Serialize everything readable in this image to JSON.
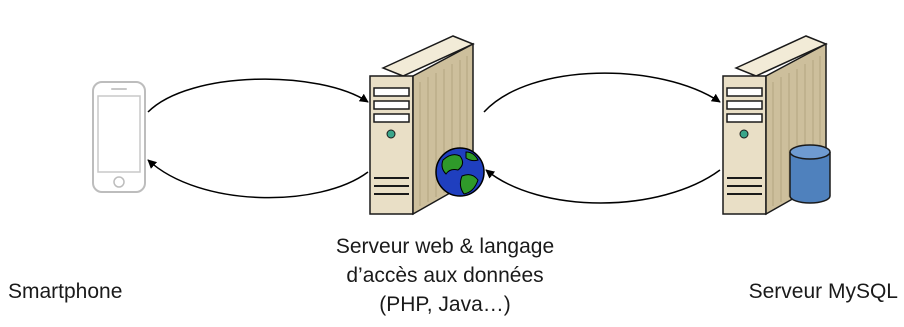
{
  "nodes": {
    "smartphone": {
      "label": "Smartphone"
    },
    "web_server": {
      "label_lines": [
        "Serveur web & langage",
        "d’accès aux données",
        "(PHP, Java…)"
      ]
    },
    "mysql_server": {
      "label": "Serveur MySQL"
    }
  },
  "colors": {
    "server_body": "#e9dfc6",
    "server_side": "#cdbf9c",
    "server_stroke": "#1a1a1a",
    "phone_stroke": "#bdbdbd",
    "globe_ocean": "#1f3fbf",
    "globe_land": "#2f9a2a",
    "database": "#4f81bd",
    "arrow": "#000000"
  },
  "icons": [
    "smartphone-icon",
    "web-server-icon",
    "globe-icon",
    "database-server-icon",
    "database-cylinder-icon"
  ]
}
